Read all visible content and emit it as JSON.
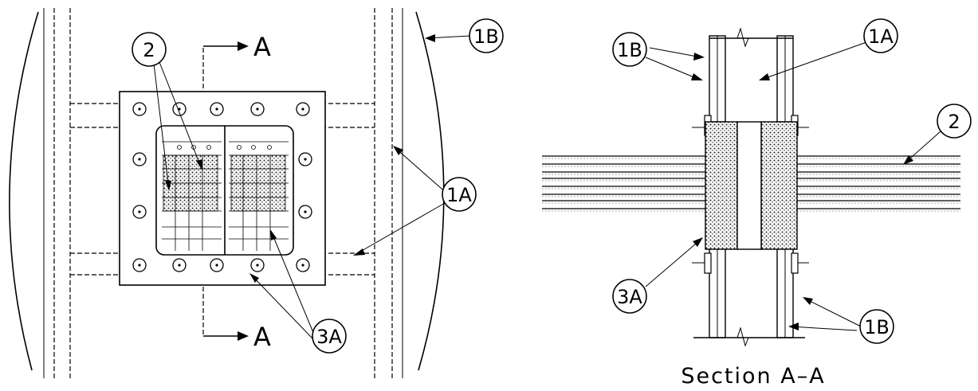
{
  "plan_view": {
    "section_cut_top": "A",
    "section_cut_bottom": "A",
    "callouts": {
      "c2": "2",
      "c1a": "1A",
      "c1b": "1B",
      "c3a": "3A"
    }
  },
  "section_view": {
    "caption": "Section A–A",
    "callouts": {
      "c1b_top": "1B",
      "c1a": "1A",
      "c2": "2",
      "c3a": "3A",
      "c1b_bottom": "1B"
    }
  }
}
